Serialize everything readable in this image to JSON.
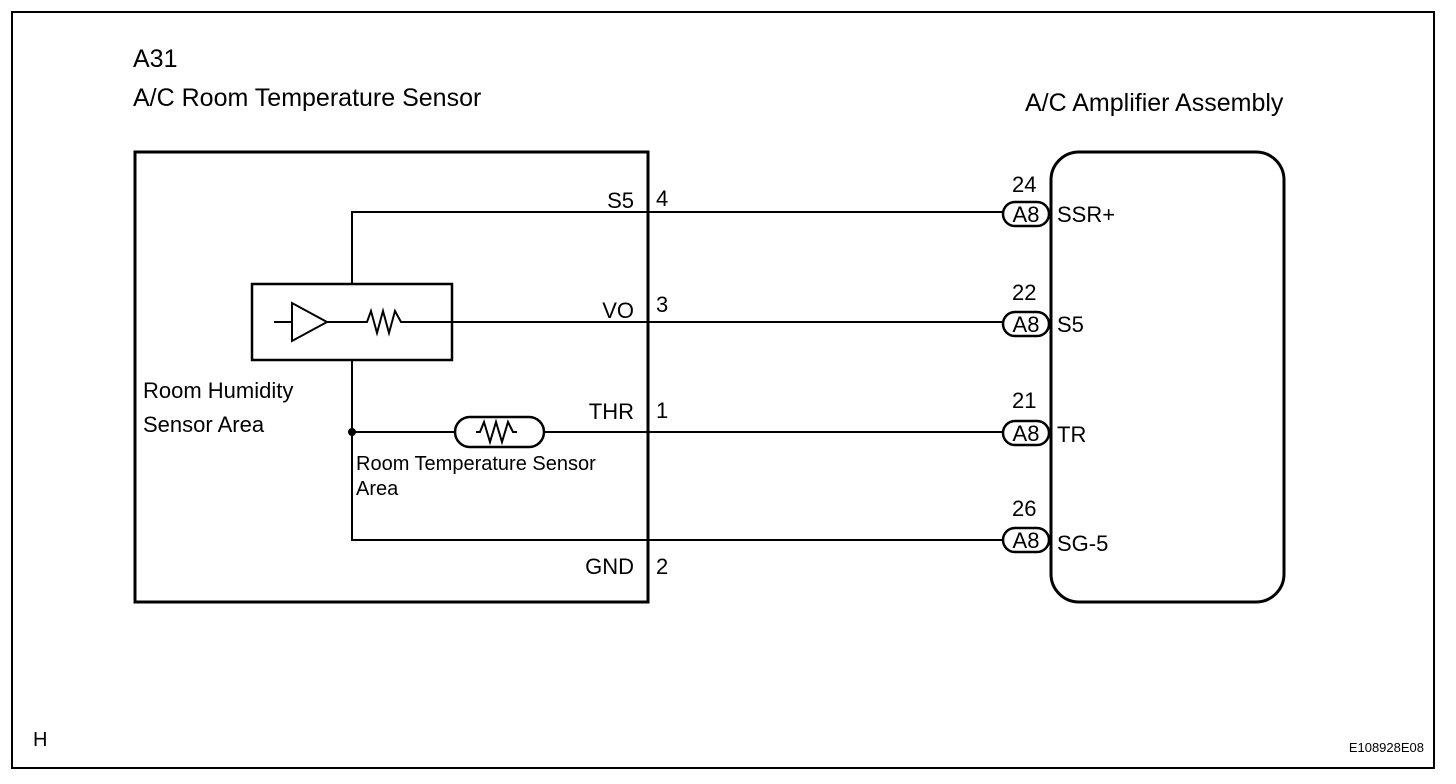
{
  "sensor": {
    "code": "A31",
    "name": "A/C Room Temperature Sensor",
    "humidity_area": [
      "Room Humidity",
      "Sensor Area"
    ],
    "temp_area": [
      "Room Temperature Sensor",
      "Area"
    ],
    "pins": [
      {
        "signal": "S5",
        "number": "4"
      },
      {
        "signal": "VO",
        "number": "3"
      },
      {
        "signal": "THR",
        "number": "1"
      },
      {
        "signal": "GND",
        "number": "2"
      }
    ]
  },
  "amplifier": {
    "name": "A/C Amplifier Assembly",
    "connector": "A8",
    "pins": [
      {
        "number": "24",
        "signal": "SSR+"
      },
      {
        "number": "22",
        "signal": "S5"
      },
      {
        "number": "21",
        "signal": "TR"
      },
      {
        "number": "26",
        "signal": "SG-5"
      }
    ]
  },
  "footer": {
    "corner_letter": "H",
    "figure_id": "E108928E08"
  }
}
